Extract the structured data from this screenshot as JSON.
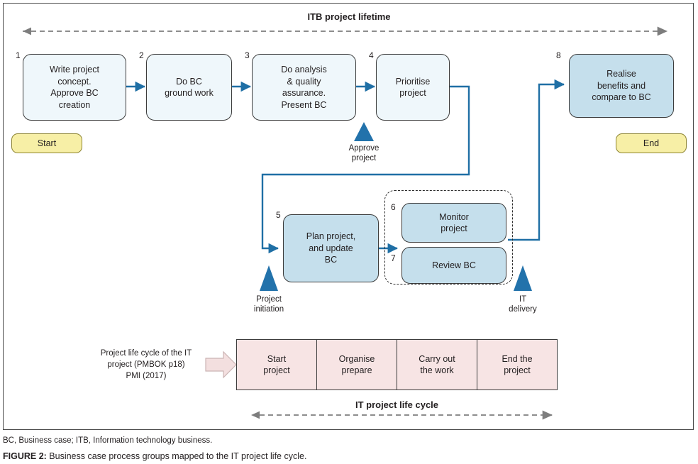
{
  "figure": {
    "top_band_label": "ITB project lifetime",
    "bottom_band_label": "IT project life cycle",
    "footnote": "BC, Business case; ITB, Information technology business.",
    "caption_prefix": "FIGURE 2:",
    "caption_text": " Business case process groups mapped to the IT project life cycle."
  },
  "colors": {
    "node_light": "#eff7fb",
    "node_dark": "#c5dfec",
    "terminator_yellow": "#f7efa6",
    "lifecycle_pink": "#f7e4e4",
    "connector_blue": "#1f6fa5",
    "triangle_blue": "#2272ab",
    "band_arrow_gray": "#7d7d7d"
  },
  "nodes": [
    {
      "num": "1",
      "label": "Write project\nconcept.\nApprove BC\ncreation",
      "tone": "light"
    },
    {
      "num": "2",
      "label": "Do BC\nground work",
      "tone": "light"
    },
    {
      "num": "3",
      "label": "Do analysis\n& quality\nassurance.\nPresent BC",
      "tone": "light"
    },
    {
      "num": "4",
      "label": "Prioritise\nproject",
      "tone": "light"
    },
    {
      "num": "5",
      "label": "Plan project,\nand update\nBC",
      "tone": "dark"
    },
    {
      "num": "6",
      "label": "Monitor\nproject",
      "tone": "dark"
    },
    {
      "num": "7",
      "label": "Review BC",
      "tone": "dark"
    },
    {
      "num": "8",
      "label": "Realise\nbenefits and\ncompare to BC",
      "tone": "dark"
    }
  ],
  "terminators": {
    "start": "Start",
    "end": "End"
  },
  "milestones": [
    {
      "key": "approve-project",
      "label": "Approve\nproject"
    },
    {
      "key": "project-initiation",
      "label": "Project\ninitiation"
    },
    {
      "key": "it-delivery",
      "label": "IT\ndelivery"
    }
  ],
  "lifecycle": {
    "note": "Project life cycle of the IT\nproject (PMBOK p18)\nPMI (2017)",
    "stages": [
      "Start\nproject",
      "Organise\nprepare",
      "Carry out\nthe work",
      "End the\nproject"
    ]
  }
}
